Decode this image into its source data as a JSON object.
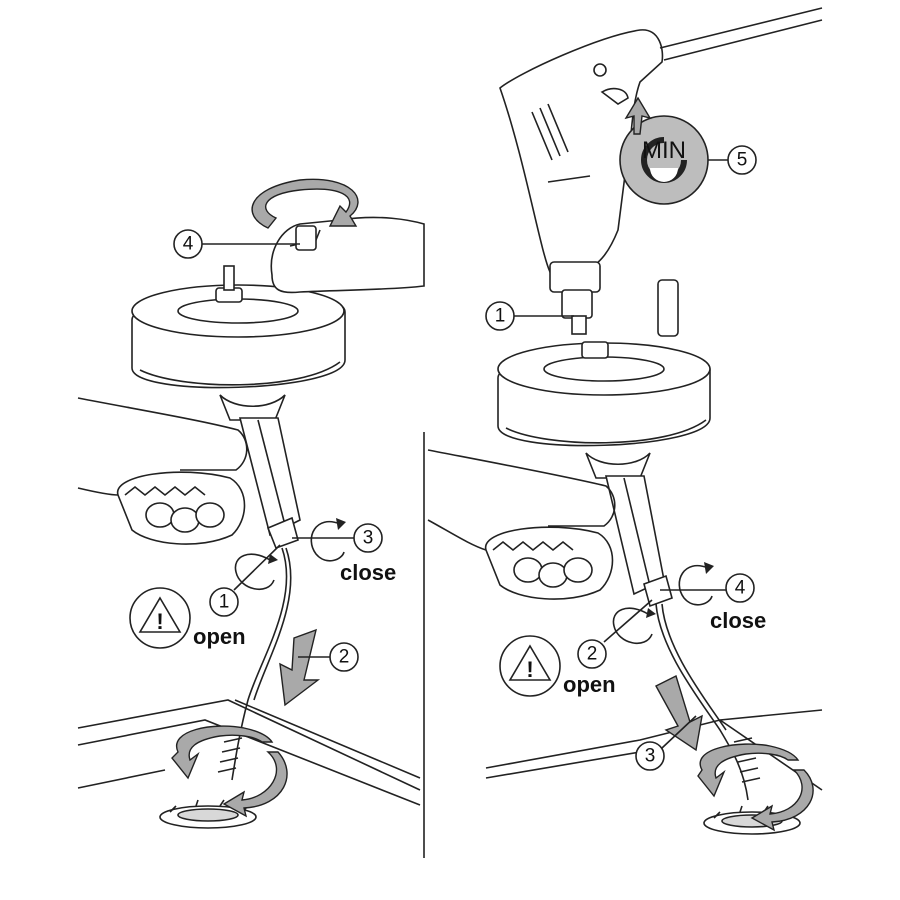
{
  "left_panel": {
    "callouts": {
      "c1": "1",
      "c2": "2",
      "c3": "3",
      "c4": "4"
    },
    "open_label": "open",
    "close_label": "close",
    "warning_mark": "!"
  },
  "right_panel": {
    "callouts": {
      "c1": "1",
      "c2": "2",
      "c3": "3",
      "c4": "4",
      "c5": "5"
    },
    "open_label": "open",
    "close_label": "close",
    "min_label": "MIN",
    "warning_mark": "!"
  },
  "colors": {
    "line": "#222222",
    "arrow_fill": "#a9a9a9",
    "dial_fill": "#bdbdbd"
  },
  "icons": [
    "warning-triangle-icon",
    "rotate-arrow-icon",
    "down-arrow-icon",
    "min-dial-icon"
  ]
}
